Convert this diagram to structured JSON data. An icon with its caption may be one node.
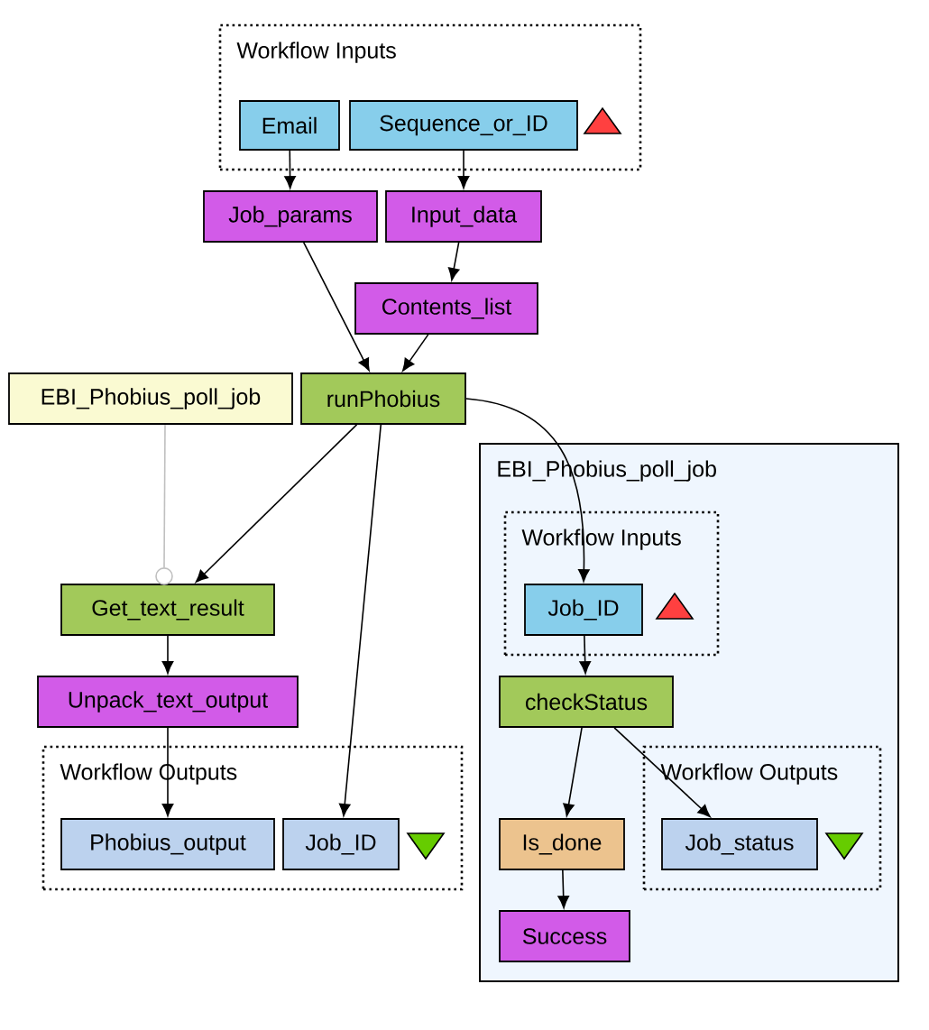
{
  "diagram": {
    "nodes": [
      {
        "text": [
          "Workflow Inputs"
        ]
      },
      {
        "text": [
          "Email"
        ],
        "in": 0
      },
      {
        "text": [
          "Sequence_or_ID"
        ],
        "in": 0
      },
      {
        "text": [
          "Job_params"
        ]
      },
      {
        "text": [
          "Input_data"
        ]
      },
      {
        "text": [
          "Contents_list"
        ]
      },
      {
        "text": [
          "EBI_Phobius_poll_job"
        ]
      },
      {
        "text": [
          "runPhobius"
        ]
      },
      {
        "text": [
          "Get_text_result"
        ]
      },
      {
        "text": [
          "Unpack_text_output"
        ]
      },
      {
        "text": [
          "Workflow Outputs"
        ]
      },
      {
        "text": [
          "Phobius_output"
        ],
        "in": 10
      },
      {
        "text": [
          "Job_ID"
        ],
        "in": 10
      },
      {
        "text": [
          "EBI_Phobius_poll_job"
        ]
      },
      {
        "text": [
          "Workflow Inputs"
        ],
        "in": 13
      },
      {
        "text": [
          "Job_ID"
        ],
        "in": 14
      },
      {
        "text": [
          "checkStatus"
        ],
        "in": 13
      },
      {
        "text": [
          "Is_done"
        ],
        "in": 13
      },
      {
        "text": [
          "Workflow Outputs"
        ],
        "in": 13
      },
      {
        "text": [
          "Job_status"
        ],
        "in": 18
      },
      {
        "text": [
          "Success"
        ],
        "in": 13
      }
    ],
    "edges": [
      {
        "from": 1,
        "to": 3,
        "arrow": "to"
      },
      {
        "from": 2,
        "to": 4,
        "arrow": "to"
      },
      {
        "from": 4,
        "to": 5,
        "arrow": "to"
      },
      {
        "from": 3,
        "to": 7,
        "arrow": "to"
      },
      {
        "from": 5,
        "to": 7,
        "arrow": "to"
      },
      {
        "from": 7,
        "to": 8,
        "arrow": "to"
      },
      {
        "from": 7,
        "to": 12,
        "arrow": "to"
      },
      {
        "from": 7,
        "to": 15,
        "arrow": "to"
      },
      {
        "from": 6,
        "to": 8,
        "arrow": "other",
        "color": "#c0c0c0"
      },
      {
        "from": 8,
        "to": 9,
        "arrow": "to"
      },
      {
        "from": 9,
        "to": 11,
        "arrow": "to"
      },
      {
        "from": 15,
        "to": 16,
        "arrow": "to"
      },
      {
        "from": 16,
        "to": 17,
        "arrow": "to"
      },
      {
        "from": 16,
        "to": 19,
        "arrow": "to"
      },
      {
        "from": 17,
        "to": 20,
        "arrow": "to"
      }
    ]
  }
}
